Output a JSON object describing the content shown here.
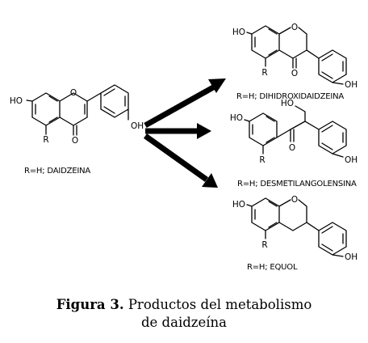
{
  "figure": {
    "caption_label": "Figura 3.",
    "caption_line1": "Productos del metabolismo",
    "caption_line2": "de daidzeína"
  },
  "compounds": {
    "daidzeina": {
      "label": "R=H; DAIDZEINA",
      "ho": "HO",
      "o_ring": "O",
      "o_keto": "O",
      "r": "R",
      "oh": "OH"
    },
    "dihidroxidaidzeina": {
      "label": "R=H; DIHIDROXIDAIDZEINA",
      "ho": "HO",
      "o_ring": "O",
      "o_keto": "O",
      "r": "R",
      "oh": "OH"
    },
    "desmetilangolensina": {
      "label": "R=H; DESMETILANGOLENSINA",
      "ho": "HO",
      "ho_chain": "HO",
      "o_keto": "O",
      "r": "R",
      "oh": "OH"
    },
    "equol": {
      "label": "R=H; EQUOL",
      "ho": "HO",
      "o_ring": "O",
      "r": "R",
      "oh": "OH"
    }
  }
}
